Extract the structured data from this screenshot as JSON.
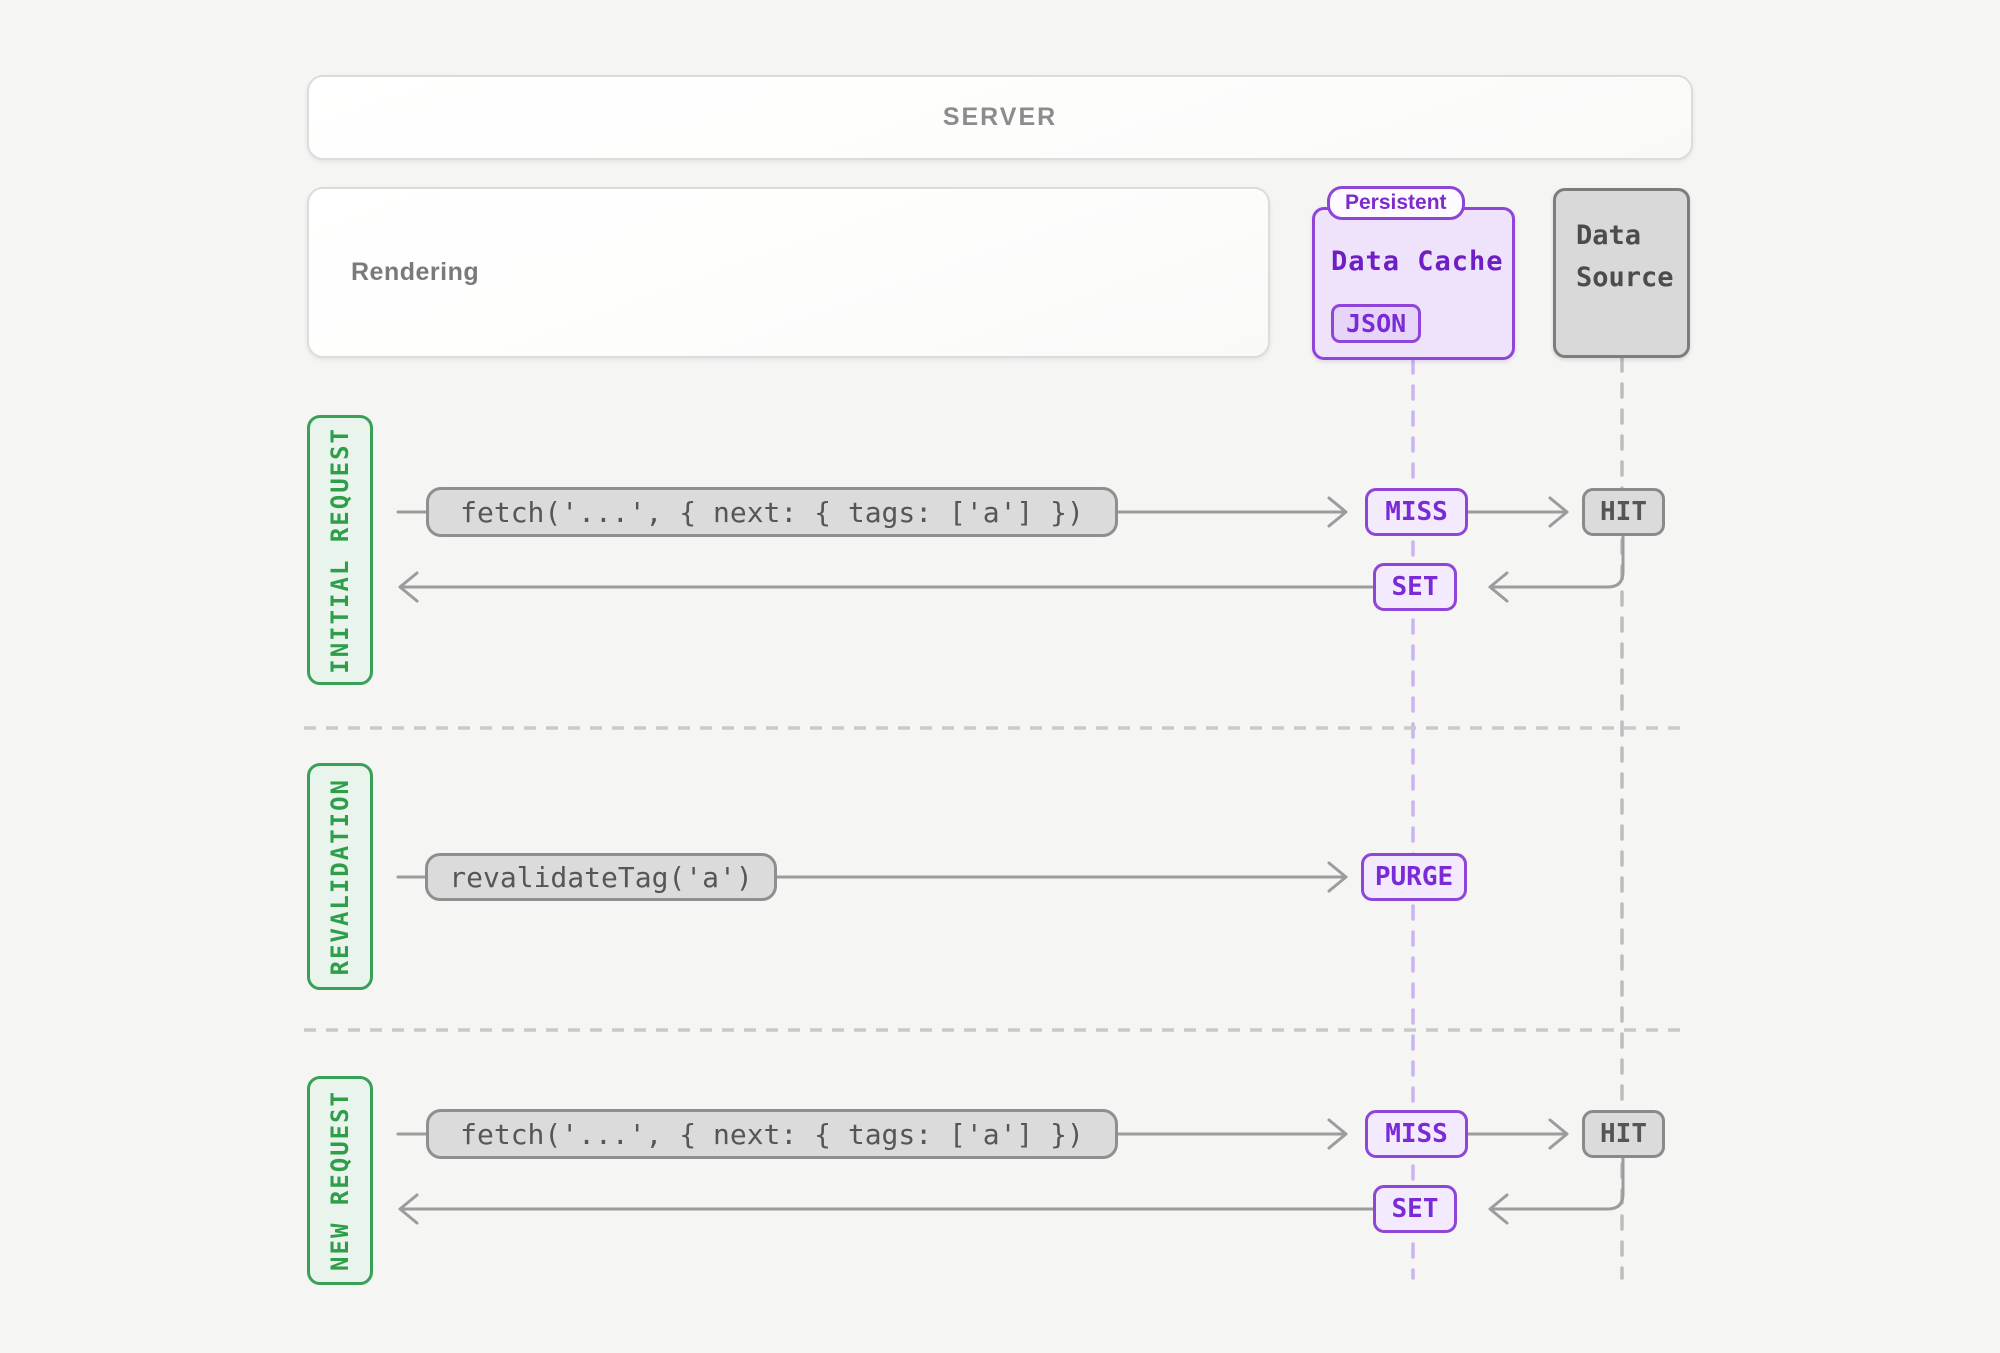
{
  "server": {
    "label": "SERVER"
  },
  "rendering": {
    "label": "Rendering"
  },
  "data_cache": {
    "persistent_badge": "Persistent",
    "title": "Data Cache",
    "json_chip": "JSON"
  },
  "data_source": {
    "title": "Data Source"
  },
  "sections": [
    {
      "label": "INITIAL REQUEST",
      "request": "fetch('...', { next: { tags: ['a'] })",
      "cache_result": "MISS",
      "source_result": "HIT",
      "cache_write": "SET"
    },
    {
      "label": "REVALIDATION",
      "request": "revalidateTag('a')",
      "cache_result": "PURGE"
    },
    {
      "label": "NEW REQUEST",
      "request": "fetch('...', { next: { tags: ['a'] })",
      "cache_result": "MISS",
      "source_result": "HIT",
      "cache_write": "SET"
    }
  ],
  "colors": {
    "background": "#f5f5f4",
    "purple_border": "#9045d9",
    "purple_text": "#7a2bd6",
    "purple_fill": "#f3eafd",
    "purple_lifeline": "#cdb3f2",
    "green_border": "#38a155",
    "green_text": "#2f9e4a",
    "green_fill": "#e9f5ec",
    "gray_pill_fill": "#dbdbdb",
    "gray_pill_border": "#8f8f8f",
    "gray_text": "#565656",
    "arrow": "#9c9c9c",
    "lifeline_gray": "#bdbdbd"
  }
}
